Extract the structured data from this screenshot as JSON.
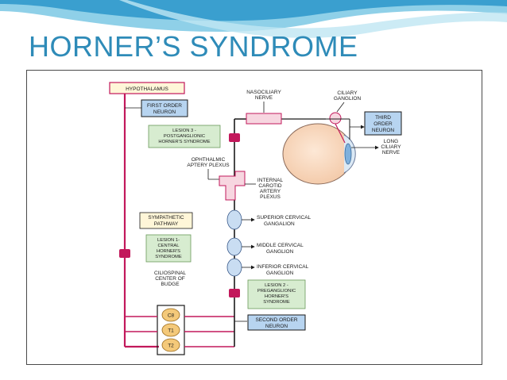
{
  "slide": {
    "title": "HORNER’S SYNDROME"
  },
  "diagram": {
    "hypothalamus": "HYPOTHALAMUS",
    "first_order": [
      "FIRST ORDER",
      "NEURON"
    ],
    "lesion3": [
      "LESION 3 -",
      "POSTGANGLIONIC",
      "HORNER'S SYNDROME"
    ],
    "nasociliary": [
      "NASOCILIARY",
      "NERVE"
    ],
    "ciliary_ganglion": [
      "CILIARY",
      "GANGLION"
    ],
    "third_order": [
      "THIRD",
      "ORDER",
      "NEURON"
    ],
    "long_ciliary": [
      "LONG",
      "CILIARY",
      "NERVE"
    ],
    "ophthalmic": [
      "OPHTHALMIC",
      "APTERY PLEXUS"
    ],
    "internal_carotid": [
      "INTERNAL",
      "CAROTID",
      "ARTERY",
      "PLEXUS"
    ],
    "sympathetic": [
      "SYMPATHETIC",
      "PATHWAY"
    ],
    "lesion1": [
      "LESION 1-",
      "CENTRAL",
      "HORNER'S",
      "SYNDROME"
    ],
    "superior_cervical": [
      "SUPERIOR CERVICAL",
      "GANGALION"
    ],
    "middle_cervical": [
      "MIDDLE CERVICAL",
      "GANGLION"
    ],
    "inferior_cervical": [
      "INFERIOR CERVICAL",
      "GANGLION"
    ],
    "ciliospinal": [
      "CILIOSPINAL",
      "CENTER OF",
      "BUDGE"
    ],
    "lesion2": [
      "LESION 2 -",
      "PREGANGLIONIC",
      "HORNER'S",
      "SYNDROME"
    ],
    "second_order": [
      "SECOND ORDER",
      "NEURON"
    ],
    "c8": "C8",
    "t1": "T1",
    "t2": "T2"
  }
}
